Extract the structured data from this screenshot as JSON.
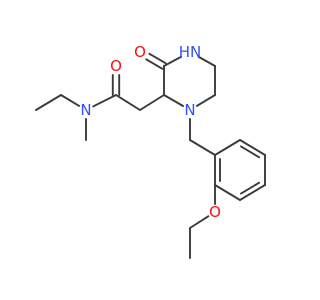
{
  "molecule": {
    "atoms": [
      {
        "id": "o-amide",
        "label": "O"
      },
      {
        "id": "n-amide",
        "label": "N"
      },
      {
        "id": "nh-ring",
        "label": "HN"
      },
      {
        "id": "o-lactam",
        "label": "O"
      },
      {
        "id": "n-ring",
        "label": "N"
      },
      {
        "id": "o-ether",
        "label": "O"
      }
    ],
    "colors": {
      "bond": "#3a3a3a",
      "oxygen": "#ff0d0d",
      "nitrogen": "#3050f8"
    }
  }
}
